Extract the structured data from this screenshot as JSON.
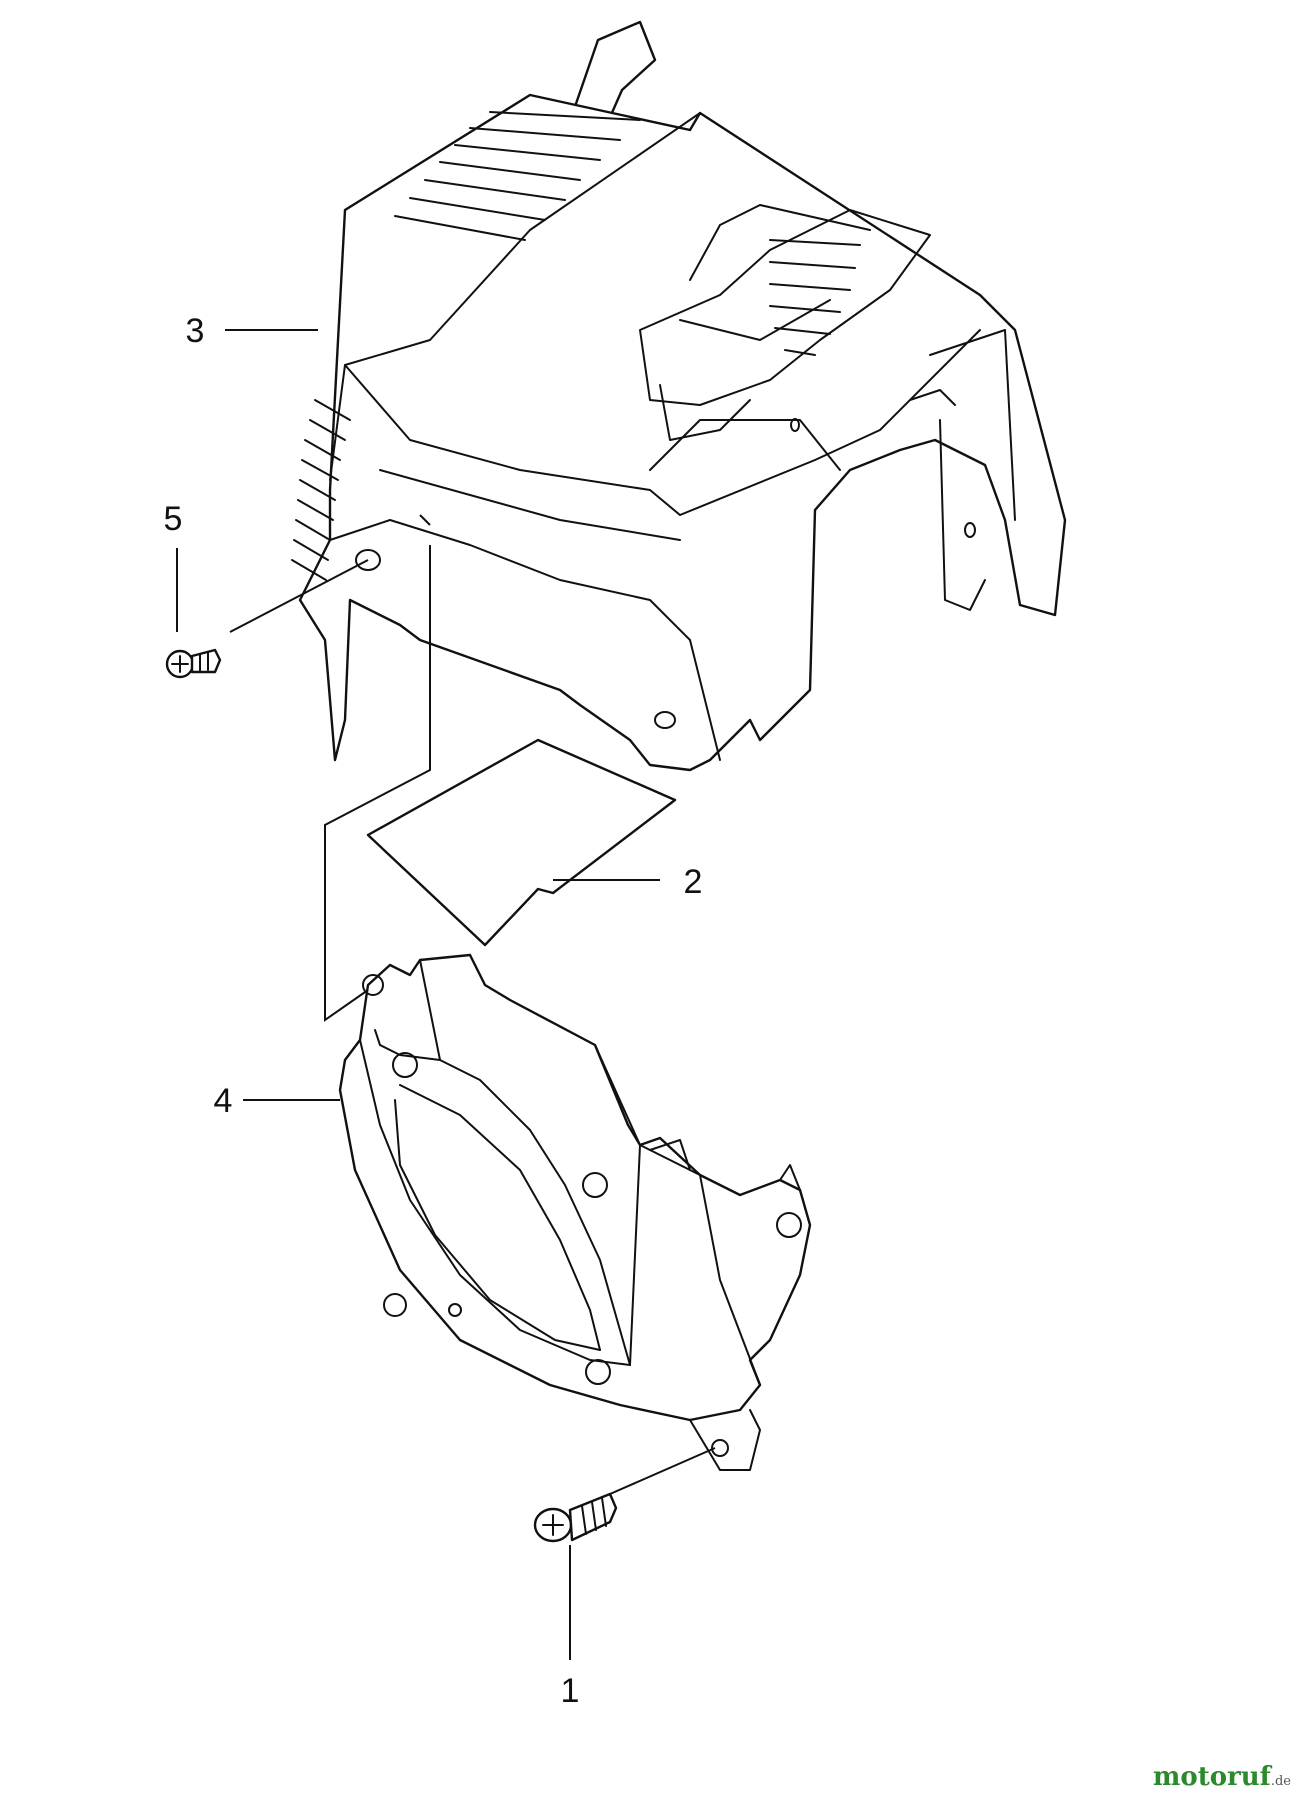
{
  "callouts": [
    {
      "id": "1",
      "label": "1"
    },
    {
      "id": "2",
      "label": "2"
    },
    {
      "id": "3",
      "label": "3"
    },
    {
      "id": "4",
      "label": "4"
    },
    {
      "id": "5",
      "label": "5"
    }
  ],
  "watermark": {
    "name": "motoruf",
    "tld": ".de"
  }
}
